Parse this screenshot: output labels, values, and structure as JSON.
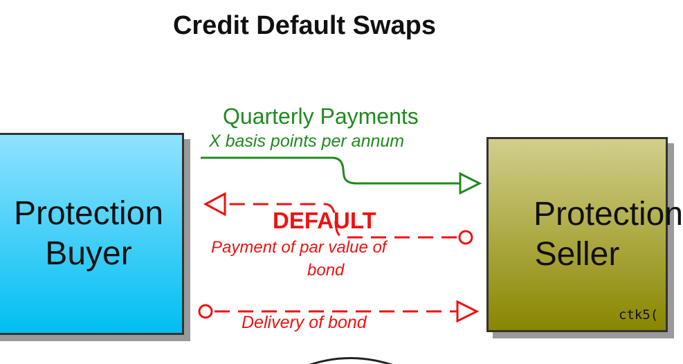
{
  "title": "Credit Default Swaps",
  "buyer": {
    "line1": "Protection",
    "line2": "Buyer"
  },
  "seller": {
    "line1": "Protection",
    "line2": "Seller"
  },
  "quarterly": {
    "label": "Quarterly Payments",
    "sublabel": "X basis points per annum"
  },
  "default_event": {
    "label": "DEFAULT",
    "payment_line1": "Payment of par value of",
    "payment_line2": "bond"
  },
  "delivery": {
    "label": "Delivery of bond"
  },
  "watermark": "ctk5(",
  "colors": {
    "green": "#1f8a1f",
    "red": "#ee1111",
    "buyer": "#00bff2",
    "seller": "#8a8600"
  }
}
